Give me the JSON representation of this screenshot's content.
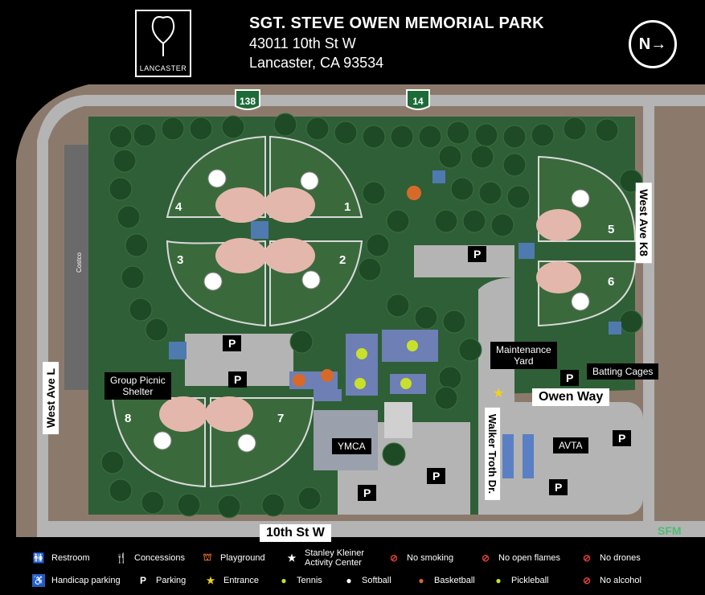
{
  "header": {
    "title": "SGT. STEVE OWEN MEMORIAL PARK",
    "address_line1": "43011 10th St W",
    "address_line2": "Lancaster, CA  93534",
    "logo_text": "LANCASTER",
    "north_label": "N→"
  },
  "highways": [
    "138",
    "14"
  ],
  "fields": [
    "1",
    "2",
    "3",
    "4",
    "5",
    "6",
    "7",
    "8"
  ],
  "labels": {
    "group_picnic": "Group Picnic\nShelter",
    "ymca": "YMCA",
    "avta": "AVTA",
    "maintenance": "Maintenance\nYard",
    "batting": "Batting Cages",
    "owen_way": "Owen Way",
    "walker": "Walker Troth Dr.",
    "tenth": "10th St W",
    "ave_k8": "West Ave K8",
    "ave_l": "West Ave L",
    "costco": "Costco",
    "parking_glyph": "P",
    "sfm": "SFM"
  },
  "legend": [
    {
      "icon": "restroom-icon",
      "label": "Restroom"
    },
    {
      "icon": "concessions-icon",
      "label": "Concessions"
    },
    {
      "icon": "playground-icon",
      "label": "Playground"
    },
    {
      "icon": "activity-center-star-icon",
      "label": "Stanley Kleiner\nActivity Center"
    },
    {
      "icon": "no-smoking-icon",
      "label": "No smoking"
    },
    {
      "icon": "no-open-flames-icon",
      "label": "No open flames"
    },
    {
      "icon": "no-drones-icon",
      "label": "No drones"
    },
    {
      "icon": "handicap-parking-icon",
      "label": "Handicap parking"
    },
    {
      "icon": "parking-icon",
      "label": "Parking"
    },
    {
      "icon": "entrance-star-icon",
      "label": "Entrance"
    },
    {
      "icon": "tennis-icon",
      "label": "Tennis"
    },
    {
      "icon": "softball-icon",
      "label": "Softball"
    },
    {
      "icon": "basketball-icon",
      "label": "Basketball"
    },
    {
      "icon": "pickleball-icon",
      "label": "Pickleball"
    },
    {
      "icon": "no-alcohol-icon",
      "label": "No alcohol"
    }
  ],
  "colors": {
    "grass": "#2f5f36",
    "tree": "#2a5a2f",
    "infield": "#e4b7ac",
    "road": "#b4b4b4",
    "dirt": "#8b7a6b",
    "court": "#6d7fb5",
    "sky": "#000000"
  }
}
